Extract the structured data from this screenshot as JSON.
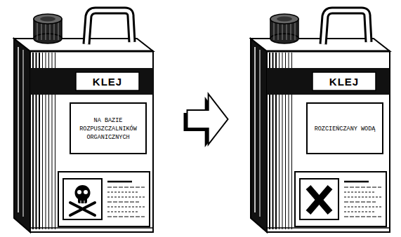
{
  "diagram": {
    "nodes": [
      {
        "text": [
          "KLEJ",
          "NA BAZIE ROZPUSZCZALNIKÓW ORGANICZNYCH"
        ]
      },
      {
        "text": [
          "KLEJ",
          "ROZCIEŃCZANY WODĄ"
        ]
      }
    ],
    "edges": [
      {
        "from": 0,
        "to": 1,
        "arrow": "to"
      }
    ]
  }
}
